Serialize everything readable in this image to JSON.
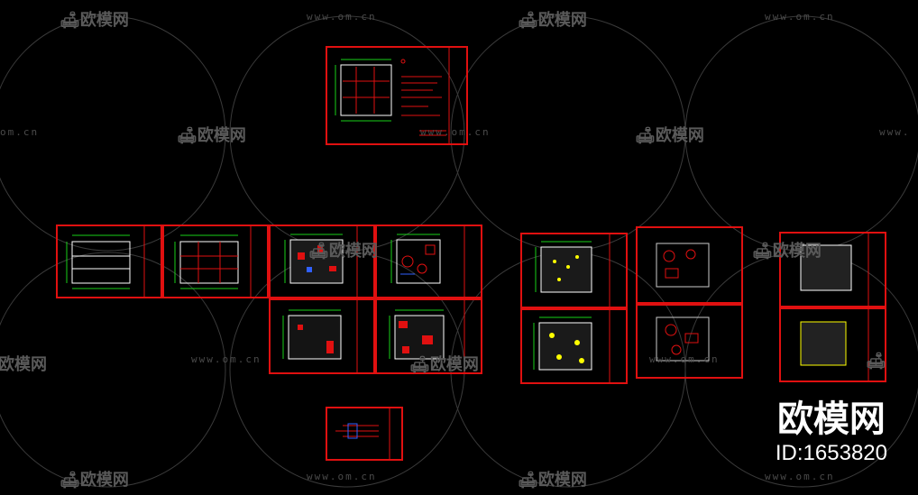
{
  "watermark": {
    "brand": "欧模网",
    "url": "www.om.cn",
    "url_partial": "om.cn",
    "url_partial_left": "www.",
    "brand_partial": "欧模网"
  },
  "badge": {
    "brand": "欧模网",
    "id": "ID:1653820"
  },
  "colors": {
    "background": "#000000",
    "frame": "#e01010",
    "wall": "#ffffff",
    "dimension": "#18d018",
    "highlight": "#ffff00",
    "watermark": "#5a5a5a"
  },
  "icons": {
    "watermark_logo": "sofa-icon"
  }
}
